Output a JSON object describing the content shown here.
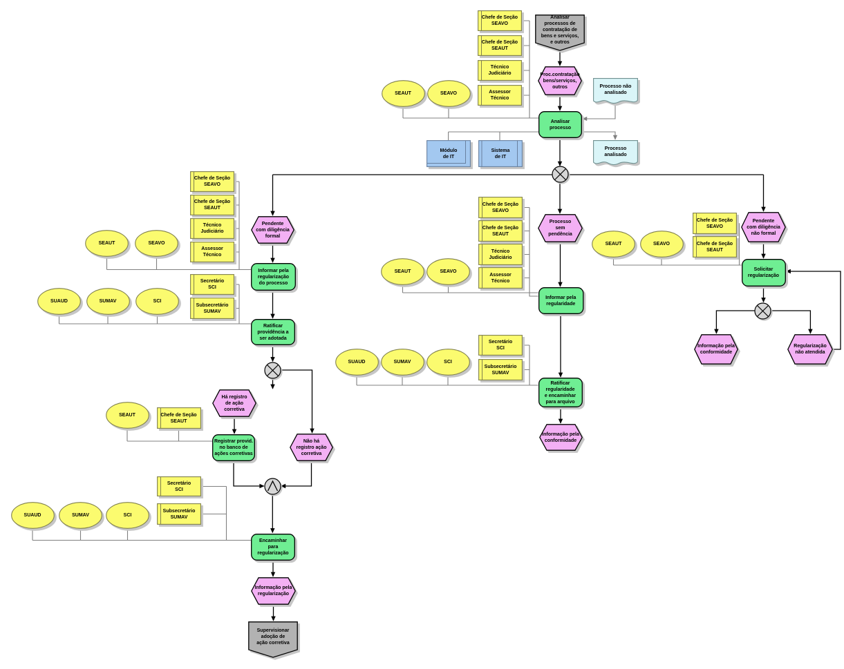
{
  "diagram": {
    "kind": "EPC process flow diagram",
    "nodes": {
      "role_a1": {
        "label": "Chefe de Seção\nSEAVO",
        "type": "role"
      },
      "role_a2": {
        "label": "Chefe de Seção\nSEAUT",
        "type": "role"
      },
      "role_a3": {
        "label": "Técnico\nJudiciário",
        "type": "role"
      },
      "role_a4": {
        "label": "Assessor\nTécnico",
        "type": "role"
      },
      "org_a1": {
        "label": "SEAUT",
        "type": "org"
      },
      "org_a2": {
        "label": "SEAVO",
        "type": "org"
      },
      "pi1": {
        "label": "Analisar\nprocessos de\ncontratação de\nbens e serviços,\ne outros",
        "type": "iface"
      },
      "ev1": {
        "label": "Proc.contratação\nbens/serviços,\noutros",
        "type": "event"
      },
      "doc1": {
        "label": "Processo não\nanalisado",
        "type": "doc"
      },
      "fn1": {
        "label": "Analisar\nprocesso",
        "type": "func"
      },
      "mod1": {
        "label": "Módulo\nde IT",
        "type": "module"
      },
      "sys1": {
        "label": "Sistema\nde IT",
        "type": "system"
      },
      "doc2": {
        "label": "Processo\nanalisado",
        "type": "doc"
      },
      "xor1": {
        "type": "xor"
      },
      "role_b1": {
        "label": "Chefe de Seção\nSEAVO",
        "type": "role"
      },
      "role_b2": {
        "label": "Chefe de Seção\nSEAUT",
        "type": "role"
      },
      "role_b3": {
        "label": "Técnico\nJudiciário",
        "type": "role"
      },
      "role_b4": {
        "label": "Assessor\nTécnico",
        "type": "role"
      },
      "org_b1": {
        "label": "SEAUT",
        "type": "org"
      },
      "org_b2": {
        "label": "SEAVO",
        "type": "org"
      },
      "ev2": {
        "label": "Pendente\ncom diligência\nformal",
        "type": "event"
      },
      "fn2": {
        "label": "Informar pela\nregularização\ndo processo",
        "type": "func"
      },
      "org_c1": {
        "label": "SUAUD",
        "type": "org"
      },
      "org_c2": {
        "label": "SUMAV",
        "type": "org"
      },
      "org_c3": {
        "label": "SCI",
        "type": "org"
      },
      "role_c1": {
        "label": "Secretário\nSCI",
        "type": "role"
      },
      "role_c2": {
        "label": "Subsecretário\nSUMAV",
        "type": "role"
      },
      "fn3": {
        "label": "Ratificar\nprovidência a\nser adotada",
        "type": "func"
      },
      "xor2": {
        "type": "xor"
      },
      "ev3": {
        "label": "Há registro\nde ação\ncorretiva",
        "type": "event"
      },
      "org_d1": {
        "label": "SEAUT",
        "type": "org"
      },
      "role_d1": {
        "label": "Chefe de Seção\nSEAUT",
        "type": "role"
      },
      "fn4": {
        "label": "Registrar provid.\nno banco de\nações corretivas",
        "type": "func"
      },
      "ev4": {
        "label": "Não há\nregistro ação\ncorretiva",
        "type": "event"
      },
      "and1": {
        "type": "and"
      },
      "role_e1": {
        "label": "Secretário\nSCI",
        "type": "role"
      },
      "role_e2": {
        "label": "Subsecretário\nSUMAV",
        "type": "role"
      },
      "org_e1": {
        "label": "SUAUD",
        "type": "org"
      },
      "org_e2": {
        "label": "SUMAV",
        "type": "org"
      },
      "org_e3": {
        "label": "SCI",
        "type": "org"
      },
      "fn5": {
        "label": "Encaminhar\npara\nregularização",
        "type": "func"
      },
      "ev5": {
        "label": "Informação pela\nregularização",
        "type": "event"
      },
      "pi2": {
        "label": "Supervisionar\nadoção de\nação corretiva",
        "type": "iface"
      },
      "ev6": {
        "label": "Processo\nsem\npendência",
        "type": "event"
      },
      "role_f1": {
        "label": "Chefe de Seção\nSEAVO",
        "type": "role"
      },
      "role_f2": {
        "label": "Chefe de Seção\nSEAUT",
        "type": "role"
      },
      "role_f3": {
        "label": "Técnico\nJudiciário",
        "type": "role"
      },
      "role_f4": {
        "label": "Assessor\nTécnico",
        "type": "role"
      },
      "org_f1": {
        "label": "SEAUT",
        "type": "org"
      },
      "org_f2": {
        "label": "SEAVO",
        "type": "org"
      },
      "fn6": {
        "label": "Informar pela\nregularidade",
        "type": "func"
      },
      "org_g1": {
        "label": "SUAUD",
        "type": "org"
      },
      "org_g2": {
        "label": "SUMAV",
        "type": "org"
      },
      "org_g3": {
        "label": "SCI",
        "type": "org"
      },
      "role_g1": {
        "label": "Secretário\nSCI",
        "type": "role"
      },
      "role_g2": {
        "label": "Subsecretário\nSUMAV",
        "type": "role"
      },
      "fn7": {
        "label": "Ratificar\nregularidade\ne encaminhar\npara arquivo",
        "type": "func"
      },
      "ev7": {
        "label": "Informação pela\nconformidade",
        "type": "event"
      },
      "ev8": {
        "label": "Pendente\ncom diligência\nnão formal",
        "type": "event"
      },
      "org_h1": {
        "label": "SEAUT",
        "type": "org"
      },
      "org_h2": {
        "label": "SEAVO",
        "type": "org"
      },
      "role_h1": {
        "label": "Chefe de Seção\nSEAVO",
        "type": "role"
      },
      "role_h2": {
        "label": "Chefe de Seção\nSEAUT",
        "type": "role"
      },
      "fn8": {
        "label": "Solicitar\nregularização",
        "type": "func"
      },
      "xor3": {
        "type": "xor"
      },
      "ev9": {
        "label": "Informação pela\nconformidade",
        "type": "event"
      },
      "ev10": {
        "label": "Regularização\nnão atendida",
        "type": "event"
      }
    },
    "connector_glyphs": {
      "xor": "×",
      "and": "∧"
    },
    "edges": [
      {
        "from": "process-interface-analisar-processos",
        "to": "event-proc-contratacao",
        "kind": "control"
      },
      {
        "from": "event-proc-contratacao",
        "to": "function-analisar-processo",
        "kind": "control"
      },
      {
        "from": "function-analisar-processo",
        "to": "xor-connector-main",
        "kind": "control"
      },
      {
        "from": "xor-connector-main",
        "to": "event-pendente-diligencia-formal",
        "kind": "control"
      },
      {
        "from": "xor-connector-main",
        "to": "event-processo-sem-pendencia",
        "kind": "control"
      },
      {
        "from": "xor-connector-main",
        "to": "event-pendente-diligencia-nao-formal",
        "kind": "control"
      },
      {
        "from": "document-processo-nao-analisado",
        "to": "function-analisar-processo",
        "kind": "input"
      },
      {
        "from": "function-analisar-processo",
        "to": "document-processo-analisado",
        "kind": "output"
      },
      {
        "from": "event-pendente-diligencia-formal",
        "to": "function-informar-regularizacao-processo",
        "kind": "control"
      },
      {
        "from": "function-informar-regularizacao-processo",
        "to": "function-ratificar-providencia",
        "kind": "control"
      },
      {
        "from": "function-ratificar-providencia",
        "to": "xor-connector-left",
        "kind": "control"
      },
      {
        "from": "xor-connector-left",
        "to": "event-ha-registro-acao-corretiva",
        "kind": "control"
      },
      {
        "from": "xor-connector-left",
        "to": "event-nao-ha-registro-acao-corretiva",
        "kind": "control"
      },
      {
        "from": "event-ha-registro-acao-corretiva",
        "to": "function-registrar-providencia",
        "kind": "control"
      },
      {
        "from": "function-registrar-providencia",
        "to": "and-connector",
        "kind": "control"
      },
      {
        "from": "event-nao-ha-registro-acao-corretiva",
        "to": "and-connector",
        "kind": "control"
      },
      {
        "from": "and-connector",
        "to": "function-encaminhar-regularizacao",
        "kind": "control"
      },
      {
        "from": "function-encaminhar-regularizacao",
        "to": "event-informacao-regularizacao",
        "kind": "control"
      },
      {
        "from": "event-informacao-regularizacao",
        "to": "process-interface-supervisionar",
        "kind": "control"
      },
      {
        "from": "event-processo-sem-pendencia",
        "to": "function-informar-regularidade",
        "kind": "control"
      },
      {
        "from": "function-informar-regularidade",
        "to": "function-ratificar-regularidade",
        "kind": "control"
      },
      {
        "from": "function-ratificar-regularidade",
        "to": "event-informacao-conformidade-mid",
        "kind": "control"
      },
      {
        "from": "event-pendente-diligencia-nao-formal",
        "to": "function-solicitar-regularizacao",
        "kind": "control"
      },
      {
        "from": "function-solicitar-regularizacao",
        "to": "xor-connector-right",
        "kind": "control"
      },
      {
        "from": "xor-connector-right",
        "to": "event-informacao-conformidade-right",
        "kind": "control"
      },
      {
        "from": "xor-connector-right",
        "to": "event-regularizacao-nao-atendida",
        "kind": "control"
      },
      {
        "from": "event-regularizacao-nao-atendida",
        "to": "function-solicitar-regularizacao",
        "kind": "feedback"
      }
    ]
  },
  "colors": {
    "background": "#ffffff",
    "role_fill": "#fbfb6f",
    "role_stroke": "#80804d",
    "event_fill": "#f3b0f4",
    "function_fill": "#6fee93",
    "interface_fill": "#b2b2b2",
    "document_fill": "#daf5f8",
    "document_stroke": "#6f8f8f",
    "system_fill": "#a3c8f0",
    "system_stroke": "#68809f",
    "connector_fill": "#d6d6d6",
    "control_line": "#000000",
    "relation_line": "#808080",
    "shadow": "#c9c9c9"
  }
}
